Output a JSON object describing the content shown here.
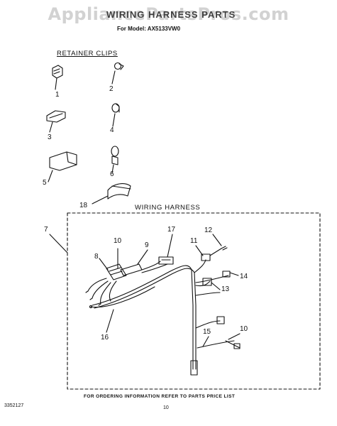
{
  "header": {
    "watermark": "AppliancePartsPros.com",
    "title": "WIRING HARNESS PARTS",
    "model_line": "For Model: AX5133VW0"
  },
  "sections": {
    "retainer_clips": "RETAINER CLIPS",
    "wiring_harness": "WIRING HARNESS"
  },
  "callouts": {
    "c1": "1",
    "c2": "2",
    "c3": "3",
    "c4": "4",
    "c5": "5",
    "c6": "6",
    "c7": "7",
    "c8": "8",
    "c9": "9",
    "c10a": "10",
    "c10b": "10",
    "c11": "11",
    "c12": "12",
    "c13": "13",
    "c14": "14",
    "c15": "15",
    "c16": "16",
    "c17": "17",
    "c18": "18"
  },
  "footer": {
    "note": "FOR ORDERING INFORMATION REFER TO PARTS PRICE LIST",
    "doc_number": "3352127",
    "page_number": "10"
  }
}
